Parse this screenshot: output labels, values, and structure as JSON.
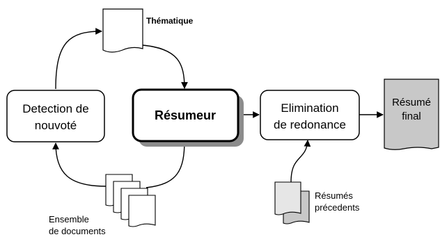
{
  "nodes": {
    "detection": {
      "line1": "Detection de",
      "line2": "nouvoté"
    },
    "resumeur": {
      "label": "Résumeur"
    },
    "elimination": {
      "line1": "Elimination",
      "line2": "de redonance"
    },
    "final": {
      "line1": "Résumé",
      "line2": "final"
    }
  },
  "documents": {
    "thematique": {
      "label": "Thématique"
    },
    "ensemble": {
      "line1": "Ensemble",
      "line2": "de documents"
    },
    "precedents": {
      "line1": "Résumés",
      "line2": "précedents"
    }
  },
  "colors": {
    "stroke": "#000000",
    "shadow": "#8c8c8c",
    "gray_doc": "#c8c8c8",
    "light_doc": "#e6e6e6"
  }
}
